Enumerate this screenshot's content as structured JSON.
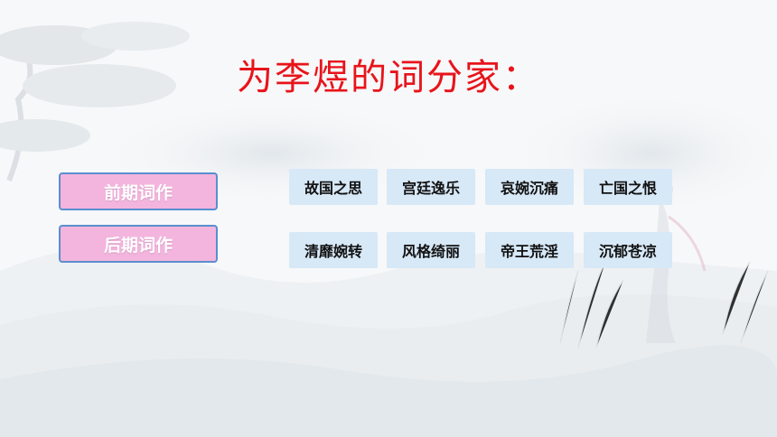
{
  "title": "为李煜的词分家：",
  "categories": [
    {
      "label": "前期词作"
    },
    {
      "label": "后期词作"
    }
  ],
  "keywords": [
    {
      "label": "故国之思"
    },
    {
      "label": "宫廷逸乐"
    },
    {
      "label": "哀婉沉痛"
    },
    {
      "label": "亡国之恨"
    },
    {
      "label": "清靡婉转"
    },
    {
      "label": "风格绮丽"
    },
    {
      "label": "帝王荒淫"
    },
    {
      "label": "沉郁苍凉"
    }
  ],
  "colors": {
    "title": "#e8141b",
    "category_fill": "#f3b5dd",
    "category_border": "#5a8fcf",
    "chip_fill": "#d7e8f7"
  }
}
